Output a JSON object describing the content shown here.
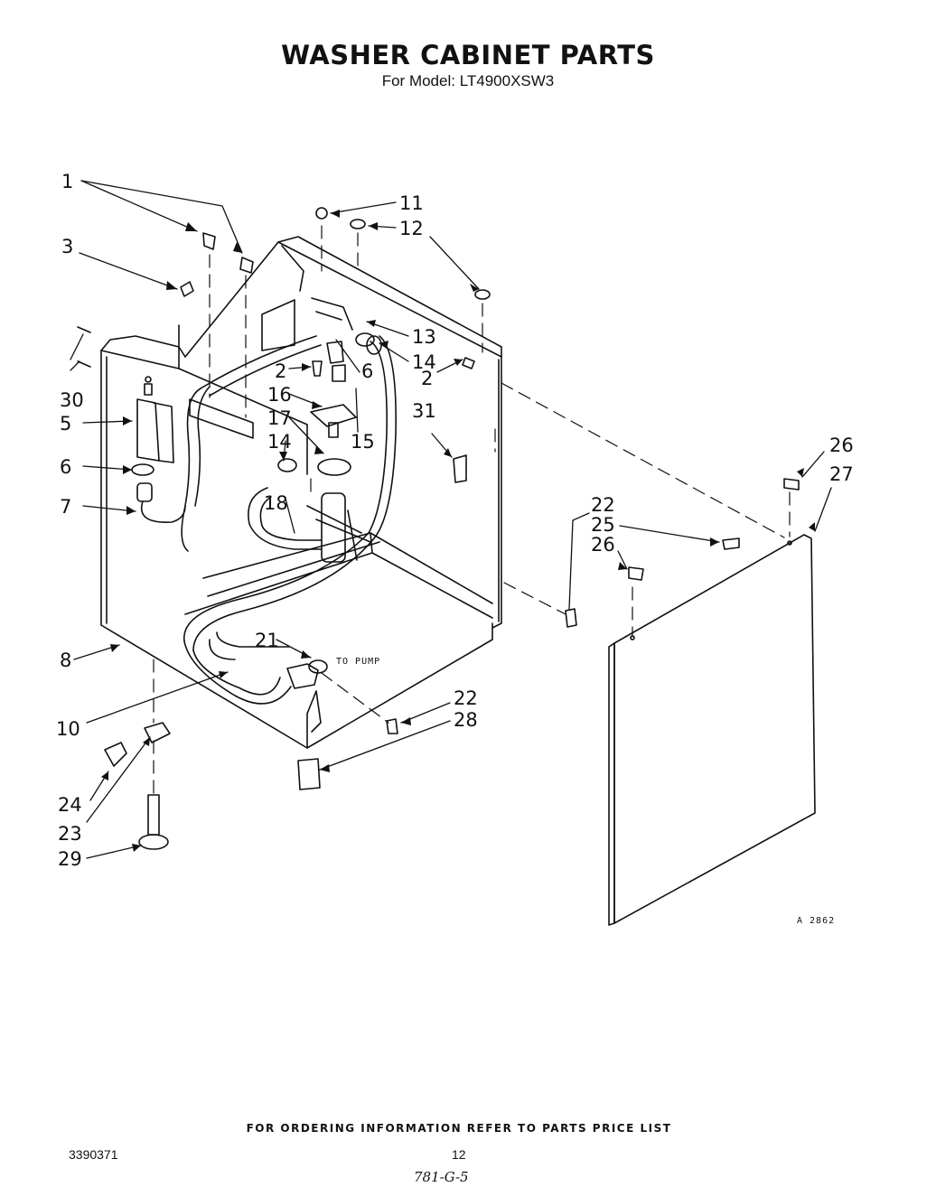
{
  "header": {
    "title": "WASHER CABINET PARTS",
    "model_line": "For Model: LT4900XSW3"
  },
  "diagram": {
    "callouts": [
      "1",
      "3",
      "30",
      "5",
      "6",
      "7",
      "8",
      "10",
      "24",
      "23",
      "29",
      "11",
      "12",
      "13",
      "6",
      "14",
      "2",
      "16",
      "17",
      "14",
      "15",
      "18",
      "21",
      "2",
      "31",
      "22",
      "25",
      "26",
      "26",
      "27",
      "22",
      "28"
    ],
    "annotation": "TO PUMP",
    "drawing_code": "A 2862"
  },
  "footer": {
    "ordering_note": "FOR ORDERING INFORMATION REFER TO PARTS PRICE LIST",
    "doc_number": "3390371",
    "page_number": "12",
    "handwritten": "781-G-5"
  }
}
